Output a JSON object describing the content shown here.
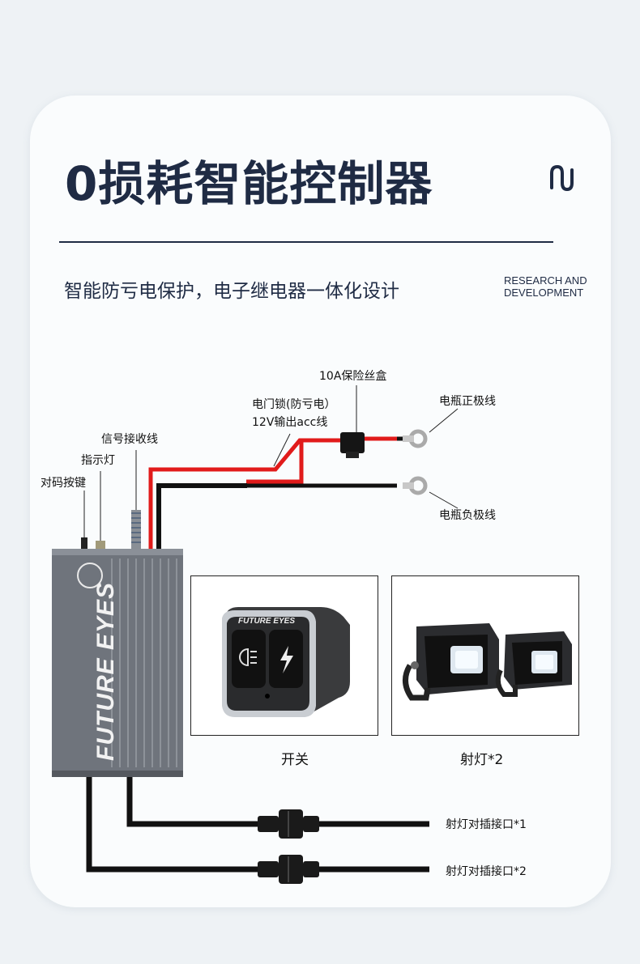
{
  "title": "0损耗智能控制器",
  "subtitle": "智能防亏电保护，电子继电器一体化设计",
  "research": [
    "RESEARCH AND",
    "DEVELOPMENT"
  ],
  "labels": {
    "fuse_box": "10A保险丝盒",
    "door_lock_1": "电门锁(防亏电）",
    "door_lock_2": "12V输出acc线",
    "battery_pos": "电瓶正极线",
    "battery_neg": "电瓶负极线",
    "signal_wire": "信号接收线",
    "indicator": "指示灯",
    "pair_button": "对码按键",
    "port1": "射灯对插接口*1",
    "port2": "射灯对插接口*2"
  },
  "controller_brand": "FUTURE EYES",
  "switch_brand": "FUTURE EYES",
  "captions": {
    "switch": "开关",
    "spotlight": "射灯*2"
  },
  "colors": {
    "navy": "#1f2b44",
    "red_wire": "#e11b1b",
    "black_wire": "#111111",
    "housing": "#6f747c"
  }
}
